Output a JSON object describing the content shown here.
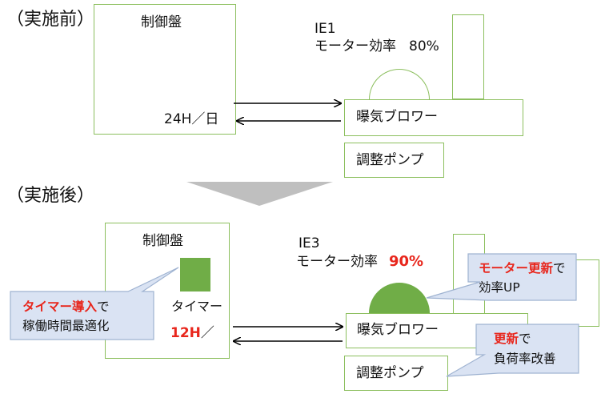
{
  "before": {
    "section_label": "（実施前）",
    "panel_label": "制御盤",
    "schedule": "24H／日",
    "ie_class": "IE1",
    "motor_efficiency_label": "モーター効率",
    "motor_efficiency_value": "80%",
    "blower_label": "曝気ブロワー",
    "pump_label": "調整ポンプ"
  },
  "after": {
    "section_label": "（実施後）",
    "panel_label": "制御盤",
    "timer_label": "タイマー",
    "schedule_value": "12H",
    "schedule_unit": "／",
    "ie_class": "IE3",
    "motor_efficiency_label": "モーター効率",
    "motor_efficiency_value": "90%",
    "blower_label": "曝気ブロワー",
    "pump_label": "調整ポンプ",
    "callout_timer": {
      "highlight": "タイマー導入",
      "suffix": "で",
      "line2": "稼働時間最適化"
    },
    "callout_motor": {
      "highlight": "モーター更新",
      "suffix": "で",
      "line2": "効率UP"
    },
    "callout_pump": {
      "highlight": "更新",
      "suffix": "で",
      "line2": "負荷率改善"
    }
  },
  "colors": {
    "box_border": "#8cbf5e",
    "green_fill": "#70ad47",
    "callout_fill": "#dae3f3",
    "callout_border": "#9fb3d1",
    "highlight_red": "#e8261c",
    "transition_arrow": "#bfbfbf"
  }
}
